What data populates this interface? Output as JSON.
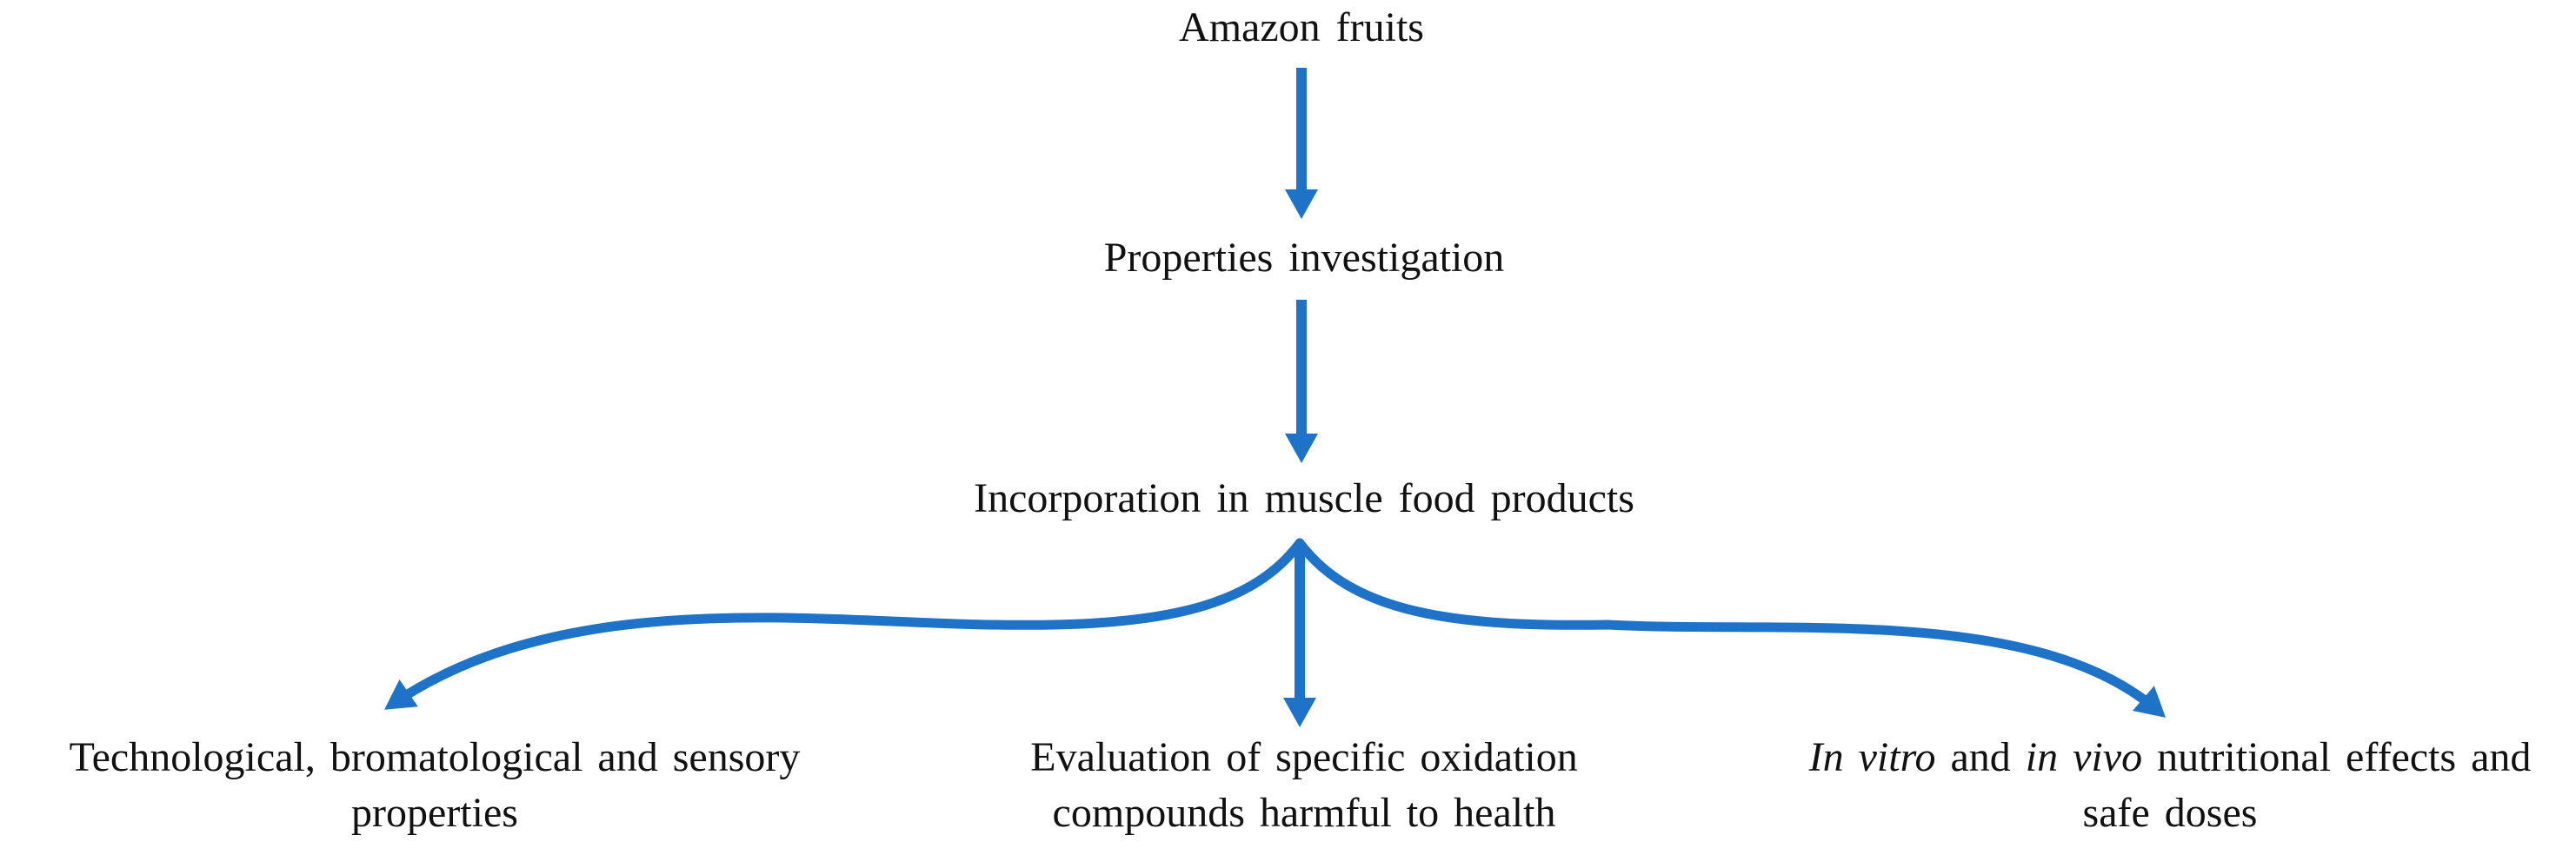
{
  "colors": {
    "arrow": "#1E72C8",
    "text": "#111111",
    "background": "#FFFFFF"
  },
  "flowchart": {
    "root": {
      "label": "Amazon fruits"
    },
    "step_investigation": {
      "label": "Properties investigation"
    },
    "step_incorporation": {
      "label": "Incorporation in muscle food products"
    },
    "branch_left": {
      "line1": "Technological, bromatological and sensory",
      "line2": "properties"
    },
    "branch_center": {
      "line1": "Evaluation of specific oxidation",
      "line2": "compounds harmful to health"
    },
    "branch_right": {
      "line1_italic1": "In vitro",
      "line1_text1": " and ",
      "line1_italic2": "in vivo",
      "line1_text2": " nutritional effects and",
      "line2": "safe doses"
    },
    "connections": [
      {
        "from": "Amazon fruits",
        "to": "Properties investigation"
      },
      {
        "from": "Properties investigation",
        "to": "Incorporation in muscle food products"
      },
      {
        "from": "Incorporation in muscle food products",
        "to": "Technological, bromatological and sensory properties"
      },
      {
        "from": "Incorporation in muscle food products",
        "to": "Evaluation of specific oxidation compounds harmful to health"
      },
      {
        "from": "Incorporation in muscle food products",
        "to": "In vitro and in vivo nutritional effects and safe doses"
      }
    ]
  }
}
